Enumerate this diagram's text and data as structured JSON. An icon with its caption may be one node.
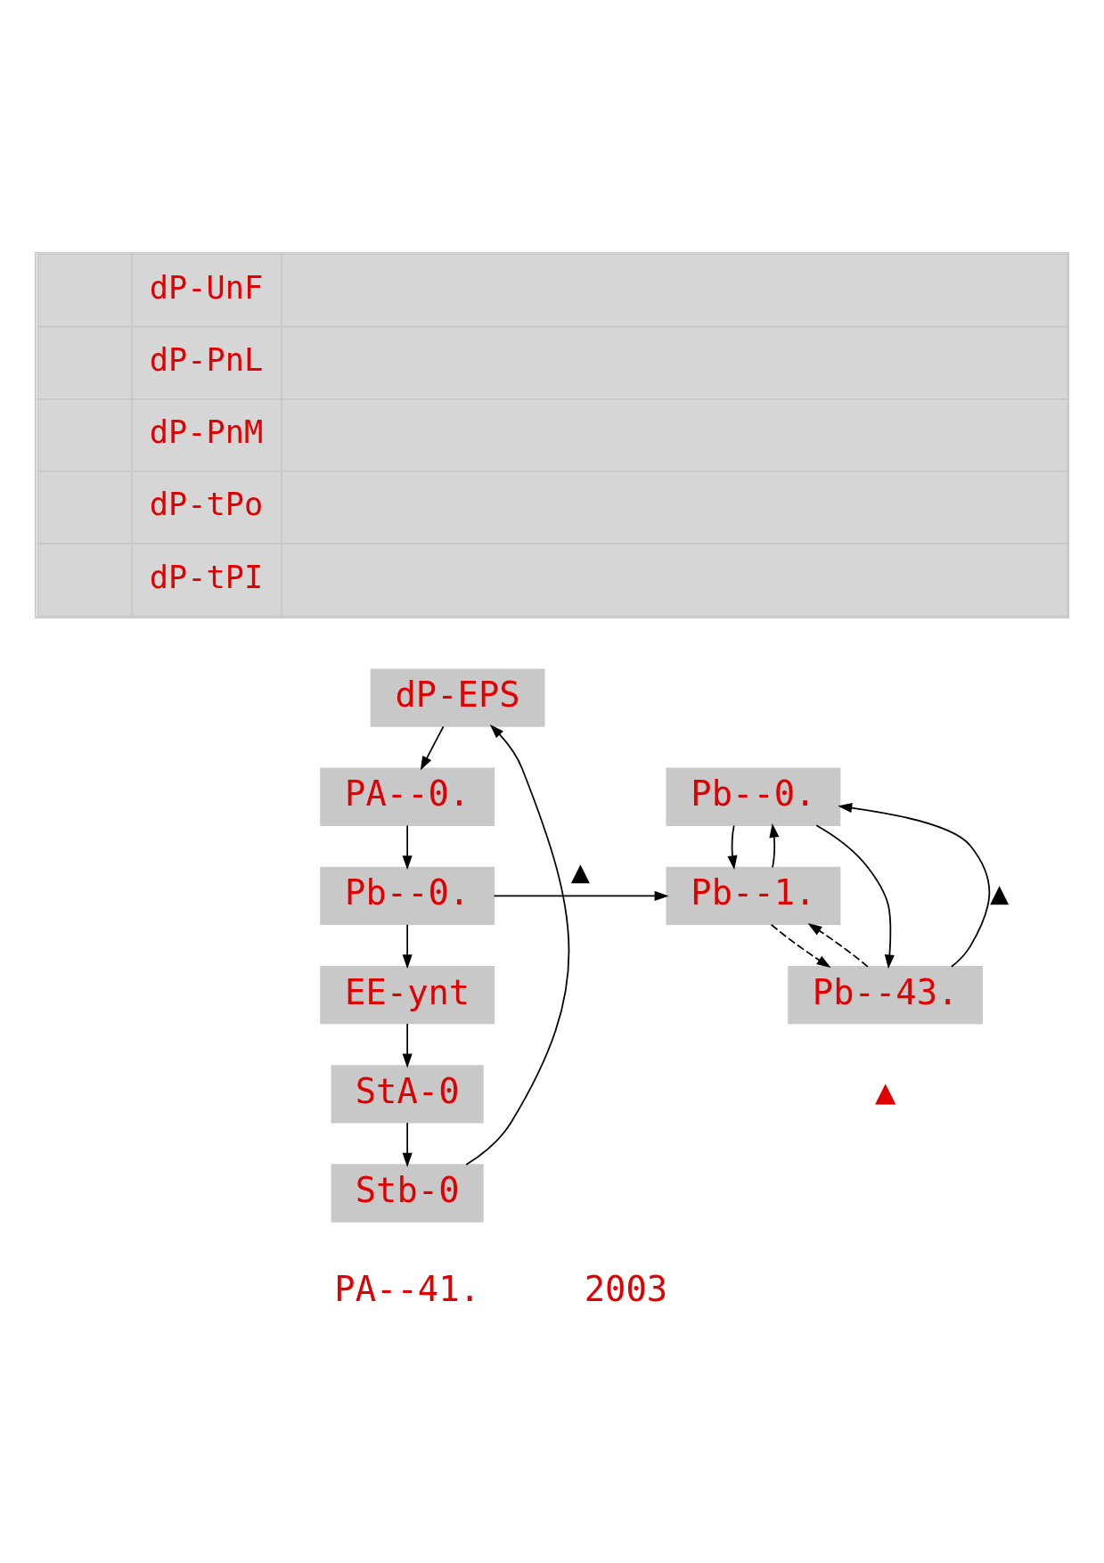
{
  "diagram": {
    "nodes": [
      {
        "text": [
          "dP-EPS"
        ]
      },
      {
        "text": [
          "PA--0."
        ]
      },
      {
        "text": [
          "Pb--0."
        ]
      },
      {
        "text": [
          "EE-ynt"
        ]
      },
      {
        "text": [
          "StA-0"
        ]
      },
      {
        "text": [
          "Stb-0"
        ]
      },
      {
        "text": [
          "Pb--0."
        ]
      },
      {
        "text": [
          "Pb--1."
        ]
      },
      {
        "text": [
          "Pb--43."
        ]
      }
    ],
    "edges": [
      {
        "from": 5,
        "to": 0,
        "arrow": "to"
      },
      {
        "from": 0,
        "to": 1,
        "arrow": "to"
      },
      {
        "from": 1,
        "to": 2,
        "arrow": "to"
      },
      {
        "from": 2,
        "to": 3,
        "arrow": "to"
      },
      {
        "from": 3,
        "to": 4,
        "arrow": "to"
      },
      {
        "from": 4,
        "to": 5,
        "arrow": "to"
      },
      {
        "from": 2,
        "to": 7,
        "arrow": "to",
        "label": "▲"
      },
      {
        "from": 6,
        "to": 7,
        "arrow": "to"
      },
      {
        "from": 7,
        "to": 6,
        "arrow": "to"
      },
      {
        "from": 7,
        "to": 8,
        "arrow": "to",
        "style": "dashed"
      },
      {
        "from": 8,
        "to": 7,
        "arrow": "to",
        "style": "dashed"
      },
      {
        "from": 8,
        "to": 6,
        "arrow": "to",
        "label": "▲"
      },
      {
        "from": 6,
        "to": 8,
        "arrow": "to"
      }
    ],
    "labels": [
      "dP-UnF",
      "dP-PnL",
      "dP-PnM",
      "dP-tPo",
      "dP-tPI",
      "▲",
      "PA--41.",
      "2003"
    ]
  }
}
